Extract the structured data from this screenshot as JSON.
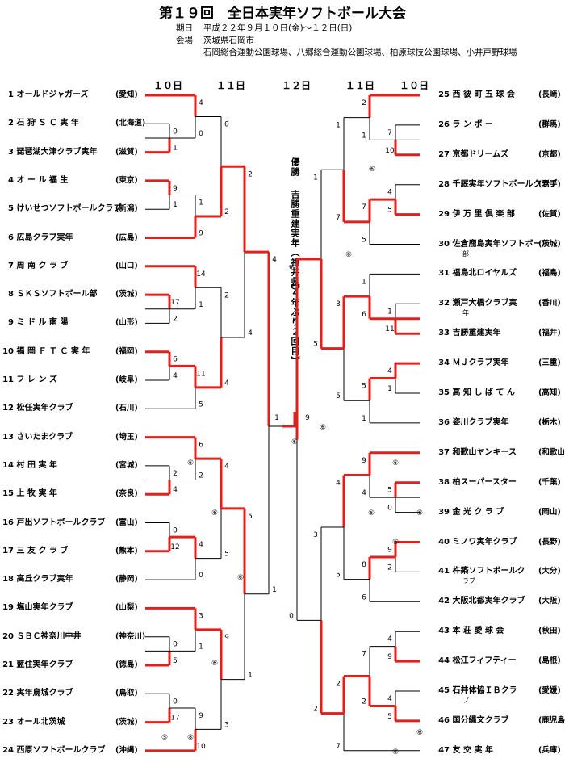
{
  "header": {
    "title": "第１９回　全日本実年ソフトボール大会",
    "period_label": "期日",
    "period_value": "平成２２年９月１０日(金)～１２日(日)",
    "venue_label": "会場",
    "venue_city": "茨城県石岡市",
    "venue_fields": "石岡総合運動公園球場、八郷総合運動公園球場、柏原球技公園球場、小井戸野球場"
  },
  "days": {
    "left_d1": "１０日",
    "left_d2": "１１日",
    "center": "１２日",
    "right_d2": "１１日",
    "right_d1": "１０日"
  },
  "champion": {
    "label": "優勝",
    "team": "吉勝重建実年（福井県）",
    "note": "【４年ぶり２回目】"
  },
  "left_teams": [
    {
      "num": "1",
      "name": "オールドジャガーズ",
      "pref": "(愛知)"
    },
    {
      "num": "2",
      "name": "石 狩 Ｓ Ｃ 実 年",
      "pref": "(北海道)"
    },
    {
      "num": "3",
      "name": "琵琶湖大津クラブ実年",
      "pref": "(滋賀)"
    },
    {
      "num": "4",
      "name": "オ ー ル 福 生",
      "pref": "(東京)"
    },
    {
      "num": "5",
      "name": "けいせつソフトボールクラブ",
      "pref": "(新潟)"
    },
    {
      "num": "6",
      "name": "広島クラブ実年",
      "pref": "(広島)"
    },
    {
      "num": "7",
      "name": "周 南 ク ラ ブ",
      "pref": "(山口)"
    },
    {
      "num": "8",
      "name": "ＳＫＳソフトボール部",
      "pref": "(茨城)"
    },
    {
      "num": "9",
      "name": "ミ ド ル 南 陽",
      "pref": "(山形)"
    },
    {
      "num": "10",
      "name": "福 岡 Ｆ Ｔ Ｃ 実 年",
      "pref": "(福岡)"
    },
    {
      "num": "11",
      "name": "フ レ ン ズ",
      "pref": "(岐阜)"
    },
    {
      "num": "12",
      "name": "松任実年クラブ",
      "pref": "(石川)"
    },
    {
      "num": "13",
      "name": "さいたまクラブ",
      "pref": "(埼玉)"
    },
    {
      "num": "14",
      "name": "村 田 実 年",
      "pref": "(宮城)"
    },
    {
      "num": "15",
      "name": "上 牧 実 年",
      "pref": "(奈良)"
    },
    {
      "num": "16",
      "name": "戸出ソフトボールクラブ",
      "pref": "(富山)"
    },
    {
      "num": "17",
      "name": "三 友 ク ラ ブ",
      "pref": "(熊本)"
    },
    {
      "num": "18",
      "name": "高丘クラブ実年",
      "pref": "(静岡)"
    },
    {
      "num": "19",
      "name": "塩山実年クラブ",
      "pref": "(山梨)"
    },
    {
      "num": "20",
      "name": "ＳＢＣ神奈川中井",
      "pref": "(神奈川)"
    },
    {
      "num": "21",
      "name": "藍住実年クラブ",
      "pref": "(徳島)"
    },
    {
      "num": "22",
      "name": "実年鳥城クラブ",
      "pref": "(鳥取)"
    },
    {
      "num": "23",
      "name": "オール北茨城",
      "pref": "(茨城)"
    },
    {
      "num": "24",
      "name": "西原ソフトボールクラブ",
      "pref": "(沖縄)"
    }
  ],
  "right_teams": [
    {
      "num": "25",
      "name": "西 彼 町 五 球 会",
      "pref": "(長崎)",
      "sub": ""
    },
    {
      "num": "26",
      "name": "ラ ン ボ ー",
      "pref": "(群馬)",
      "sub": ""
    },
    {
      "num": "27",
      "name": "京都ドリームズ",
      "pref": "(京都)",
      "sub": ""
    },
    {
      "num": "28",
      "name": "千厩実年ソフトボールクラブ",
      "pref": "(岩手)",
      "sub": ""
    },
    {
      "num": "29",
      "name": "伊 万 里 倶 楽 部",
      "pref": "(佐賀)",
      "sub": ""
    },
    {
      "num": "30",
      "name": "佐倉鹿島実年ソフトボール",
      "pref": "(茨城)",
      "sub": "部"
    },
    {
      "num": "31",
      "name": "福島北ロイヤルズ",
      "pref": "(福島)",
      "sub": ""
    },
    {
      "num": "32",
      "name": "瀬戸大橋クラブ実",
      "pref": "(香川)",
      "sub": "年"
    },
    {
      "num": "33",
      "name": "吉勝重建実年",
      "pref": "(福井)",
      "sub": ""
    },
    {
      "num": "34",
      "name": "ＭＪクラブ実年",
      "pref": "(三重)",
      "sub": ""
    },
    {
      "num": "35",
      "name": "高 知 し ば て ん",
      "pref": "(高知)",
      "sub": ""
    },
    {
      "num": "36",
      "name": "姿川クラブ実年",
      "pref": "(栃木)",
      "sub": ""
    },
    {
      "num": "37",
      "name": "和歌山ヤンキース",
      "pref": "(和歌山)",
      "sub": ""
    },
    {
      "num": "38",
      "name": "柏スーパースター",
      "pref": "(千葉)",
      "sub": ""
    },
    {
      "num": "39",
      "name": "金 光 ク ラ ブ",
      "pref": "(岡山)",
      "sub": ""
    },
    {
      "num": "40",
      "name": "ミノワ実年クラブ",
      "pref": "(長野)",
      "sub": ""
    },
    {
      "num": "41",
      "name": "杵築ソフトボールク",
      "pref": "(大分)",
      "sub": "ラブ"
    },
    {
      "num": "42",
      "name": "大阪北都実年クラブ",
      "pref": "(大阪)",
      "sub": ""
    },
    {
      "num": "43",
      "name": "本 荘 愛 球 会",
      "pref": "(秋田)",
      "sub": ""
    },
    {
      "num": "44",
      "name": "松江フィフティー",
      "pref": "(島根)",
      "sub": ""
    },
    {
      "num": "45",
      "name": "石井体協ＩＢクラ",
      "pref": "(愛媛)",
      "sub": "ブ"
    },
    {
      "num": "46",
      "name": "国分縄文クラブ",
      "pref": "(鹿児島)",
      "sub": ""
    },
    {
      "num": "47",
      "name": "友 交 実 年",
      "pref": "(兵庫)",
      "sub": ""
    }
  ],
  "scores": {
    "L1": [
      "4",
      "0"
    ],
    "L2": [
      "0",
      "1"
    ],
    "L3": [
      "9",
      "1"
    ],
    "L4": [
      "1",
      "9"
    ],
    "L5": [
      "14",
      "1"
    ],
    "L6": [
      "17",
      "2"
    ],
    "L7": [
      "6",
      "4"
    ],
    "L8": [
      "11",
      "5"
    ],
    "L9": [
      "6",
      "2"
    ],
    "L10": [
      "2",
      "4"
    ],
    "L11": [
      "0",
      "12"
    ],
    "L12": [
      "4",
      "0"
    ],
    "L13": [
      "3",
      "1"
    ],
    "L14": [
      "0",
      "5"
    ],
    "L15": [
      "0",
      "17"
    ],
    "L16": [
      "9",
      "10"
    ],
    "LQ1": [
      "0",
      "2"
    ],
    "LQ2": [
      "2",
      "4"
    ],
    "LQ3": [
      "4",
      "5"
    ],
    "LQ4": [
      "9",
      "3"
    ],
    "LS1": [
      "2",
      "4"
    ],
    "LS2": [
      "5",
      "1"
    ],
    "LF": [
      "4",
      "1"
    ],
    "F": [
      "1",
      "9"
    ],
    "R1": [
      "7",
      "10"
    ],
    "R2": [
      "2",
      "1"
    ],
    "R3": [
      "4",
      "5"
    ],
    "R4": [
      "7",
      "5"
    ],
    "R5": [
      "1",
      "11"
    ],
    "R6": [
      "1",
      "6"
    ],
    "R7": [
      "4",
      "1"
    ],
    "R8": [
      "5",
      "1"
    ],
    "R9": [
      "5",
      "0"
    ],
    "R10": [
      "9",
      "4"
    ],
    "R11": [
      "9",
      "2"
    ],
    "R12": [
      "8",
      "6"
    ],
    "R13": [
      "4",
      "9"
    ],
    "R14": [
      "4",
      "5"
    ],
    "R15": [
      "7",
      "2"
    ],
    "RQ1": [
      "1",
      "7"
    ],
    "RQ2": [
      "3",
      "5"
    ],
    "RQ3": [
      "4",
      "5"
    ],
    "RQ4": [
      "2",
      "7"
    ],
    "RS1": [
      "1",
      "5"
    ],
    "RS2": [
      "3",
      "2"
    ],
    "RF": [
      "#",
      "0"
    ]
  },
  "winner_marks": "⑥",
  "winner_marks_alt": "⑤",
  "winner_marks_alt2": "⑧"
}
